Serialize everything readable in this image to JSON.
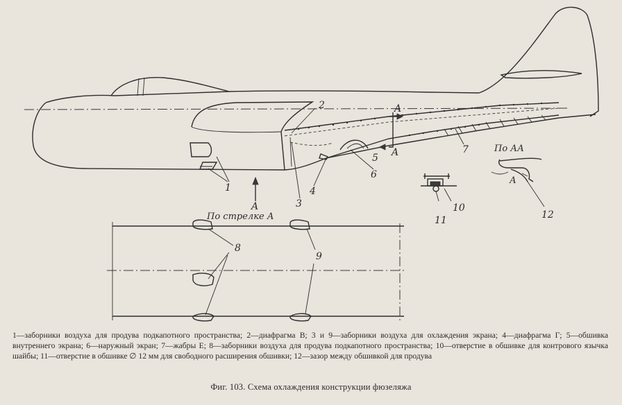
{
  "diagram": {
    "labels": {
      "n1": "1",
      "n2": "2",
      "n3": "3",
      "n4": "4",
      "n5": "5",
      "n6": "6",
      "n7": "7",
      "n8": "8",
      "n9": "9",
      "n10": "10",
      "n11": "11",
      "n12": "12",
      "section_a_top": "A",
      "section_a_bottom": "A",
      "arrow_a": "A",
      "view_arrow_caption": "По стрелке А",
      "view_aa_caption": "По АА",
      "detail_a": "А"
    }
  },
  "caption": {
    "text": "1—заборники воздуха для продува подкапотного пространства; 2—диафрагма В; 3 и 9—заборники воздуха для охлаждения экрана; 4—диафрагма Г; 5—обшивка внутреннего экрана; 6—наружный экран; 7—жабры Е; 8—заборники воздуха для продува подкапотного пространства; 10—отверстие в обшивке для контрового язычка шайбы; 11—отверстие в обшивке ∅ 12 мм для свободного расширения обшивки; 12—зазор между обшивкой для продува"
  },
  "figure_title": "Фиг. 103. Схема охлаждения конструкции фюзеляжа"
}
